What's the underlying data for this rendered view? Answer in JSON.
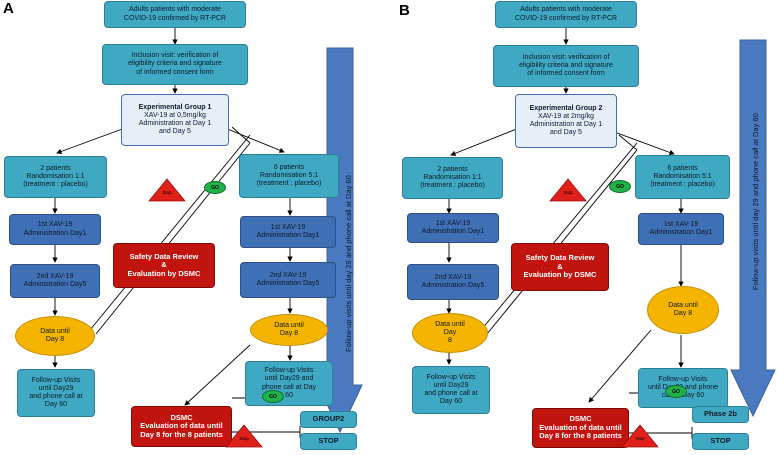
{
  "panels": [
    {
      "letter": "A",
      "inclusion_top": "Adults patients with moderate\nCOVID-19 confirmed by RT-PCR",
      "inclusion_visit": "Inclusion visit: verification of\neligibility criteria and signature\nof informed consent form",
      "group_title": "Experimental Group 1",
      "group_body": "XAV-19 at 0,5mg/kg\nAdministration at Day 1\nand Day 5",
      "left_rand": "2 patients\nRandomisation 1:1\n(treatment : placebo)",
      "right_rand": "6 patients\nRandomisation 5:1\n(treatment : placebo)",
      "left_adm1": "1st XAV-19\nAdministration Day1",
      "right_adm1": "1st XAV-19\nAdministration Day1",
      "left_adm2": "2nd XAV-19\nAdministration Day5",
      "right_adm2": "2nd XAV-19\nAdministration Day5",
      "left_data": "Data until\nDay 8",
      "right_data": "Data until\nDay 8",
      "safety": "Safety Data Review\n&\nEvaluation by DSMC",
      "left_follow": "Follow-up Visits\nuntil Day29\nand phone call at\nDay 60",
      "right_follow": "Follow-up Visits\nuntil Day29 and\nphone call at Day\n60",
      "dsmc": "DSMC\nEvaluation of data until\nDay 8 for the 8 patients",
      "outcome_go": "GROUP2",
      "outcome_stop": "STOP",
      "go_label": "GO",
      "stop_label": "Stop",
      "arrow_label": "Follow-up visits until day 29 and phone call at Day 60"
    },
    {
      "letter": "B",
      "inclusion_top": "Adults patients with moderate\nCOVID-19 confirmed by RT-PCR",
      "inclusion_visit": "Inclusion visit: verification of\neligibility criteria and signature\nof informed consent form",
      "group_title": "Experimental Group 2",
      "group_body": "XAV-19 at 2mg/kg\nAdministration at Day 1\nand Day 5",
      "left_rand": "2 patients\nRandomisation 1:1\n(treatment : placebo)",
      "right_rand": "6 patients\nRandomisation 5:1\n(treatment : placebo)",
      "left_adm1": "1st XAV-19\nAdministration Day1",
      "right_adm1": "1st XAV-19\nAdministration Day1",
      "left_adm2": "2nd XAV-19\nAdministration Day5",
      "right_adm2": "",
      "left_data": "Data until\nDay\n8",
      "right_data": "Data until\nDay 8",
      "safety": "Safety Data Review\n&\nEvaluation by DSMC",
      "left_follow": "Follow-up Visits\nuntil Day29\nand phone call at\nDay 60",
      "right_follow": "Follow-up Visits\nuntil Day29 and phone\ncall at Day 60",
      "dsmc": "DSMC\nEvaluation of data until\nDay 8 for the 8 patients",
      "outcome_go": "Phase 2b",
      "outcome_stop": "STOP",
      "go_label": "GO",
      "stop_label": "Stop",
      "arrow_label": "Follow-up visits until day 29 and phone call at Day 60"
    }
  ],
  "colors": {
    "teal_box": "#3fa9c4",
    "blue_box": "#3f6fb5",
    "red_box": "#c2140f",
    "yellow_ellipse": "#f4b400",
    "go_green": "#1fb24a",
    "big_arrow": "#4a79c0"
  }
}
